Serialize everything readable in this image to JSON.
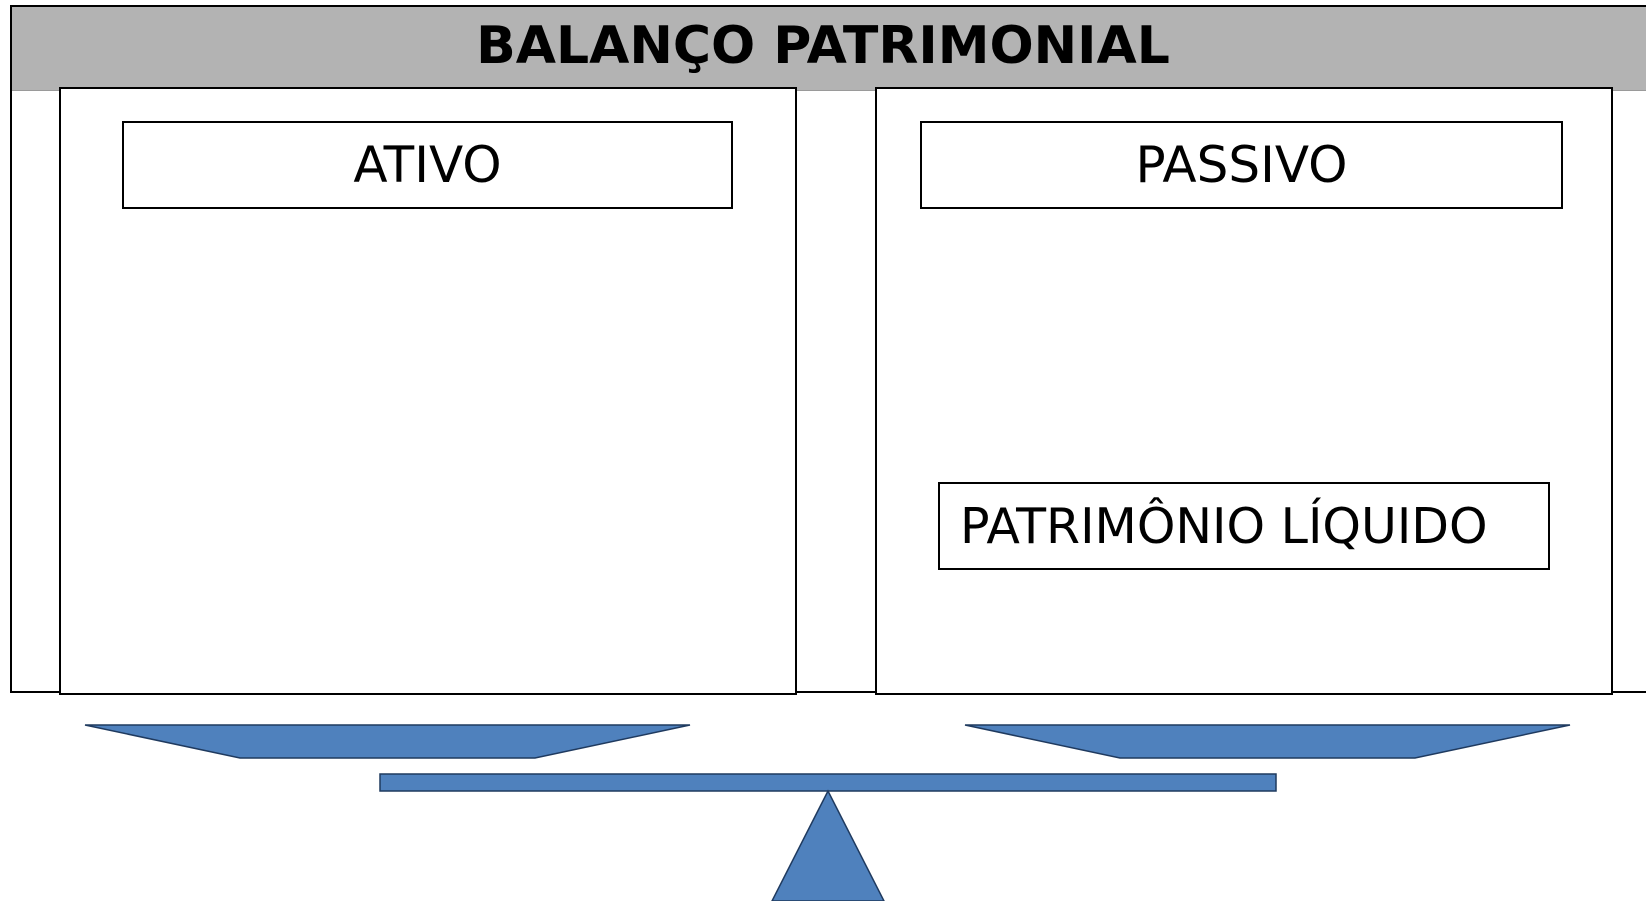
{
  "diagram": {
    "title": "BALANÇO PATRIMONIAL",
    "left_column": {
      "label": "ATIVO"
    },
    "right_column": {
      "top_label": "PASSIVO",
      "bottom_label": "PATRIMÔNIO LÍQUIDO"
    },
    "colors": {
      "header_band": "#b3b3b3",
      "scale_fill": "#4f81bd",
      "scale_stroke": "#1f3a5f",
      "border": "#000000"
    }
  }
}
